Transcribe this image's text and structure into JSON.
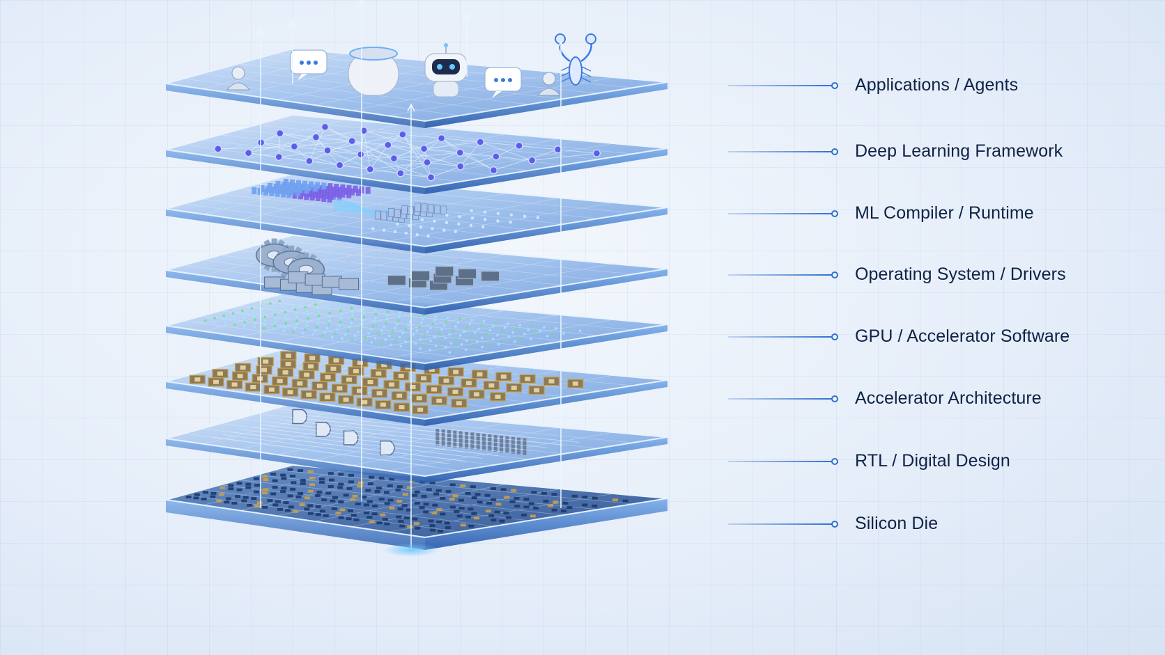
{
  "layers": [
    {
      "label": "Applications / Agents",
      "visual": "app-icons"
    },
    {
      "label": "Deep Learning Framework",
      "visual": "neural-network"
    },
    {
      "label": "ML Compiler / Runtime",
      "visual": "tensor-blocks"
    },
    {
      "label": "Operating System / Drivers",
      "visual": "gears-and-modules"
    },
    {
      "label": "GPU / Accelerator Software",
      "visual": "data-streams"
    },
    {
      "label": "Accelerator Architecture",
      "visual": "compute-tiles"
    },
    {
      "label": "RTL / Digital Design",
      "visual": "logic-gates"
    },
    {
      "label": "Silicon Die",
      "visual": "circuit-die"
    }
  ],
  "top_icons": [
    "user-icon",
    "chat-bubble-icon",
    "smart-speaker-icon",
    "robot-icon",
    "chat-bubble-icon",
    "user-icon",
    "lobster-icon"
  ],
  "colors": {
    "accent": "#2f6fd0",
    "glow": "#4fb4ff",
    "label_text": "#0f2245",
    "plate_top": "#a9c8ef",
    "plate_edge": "#3c74c4",
    "gold": "#c9a04a",
    "green": "#6fe08a"
  }
}
